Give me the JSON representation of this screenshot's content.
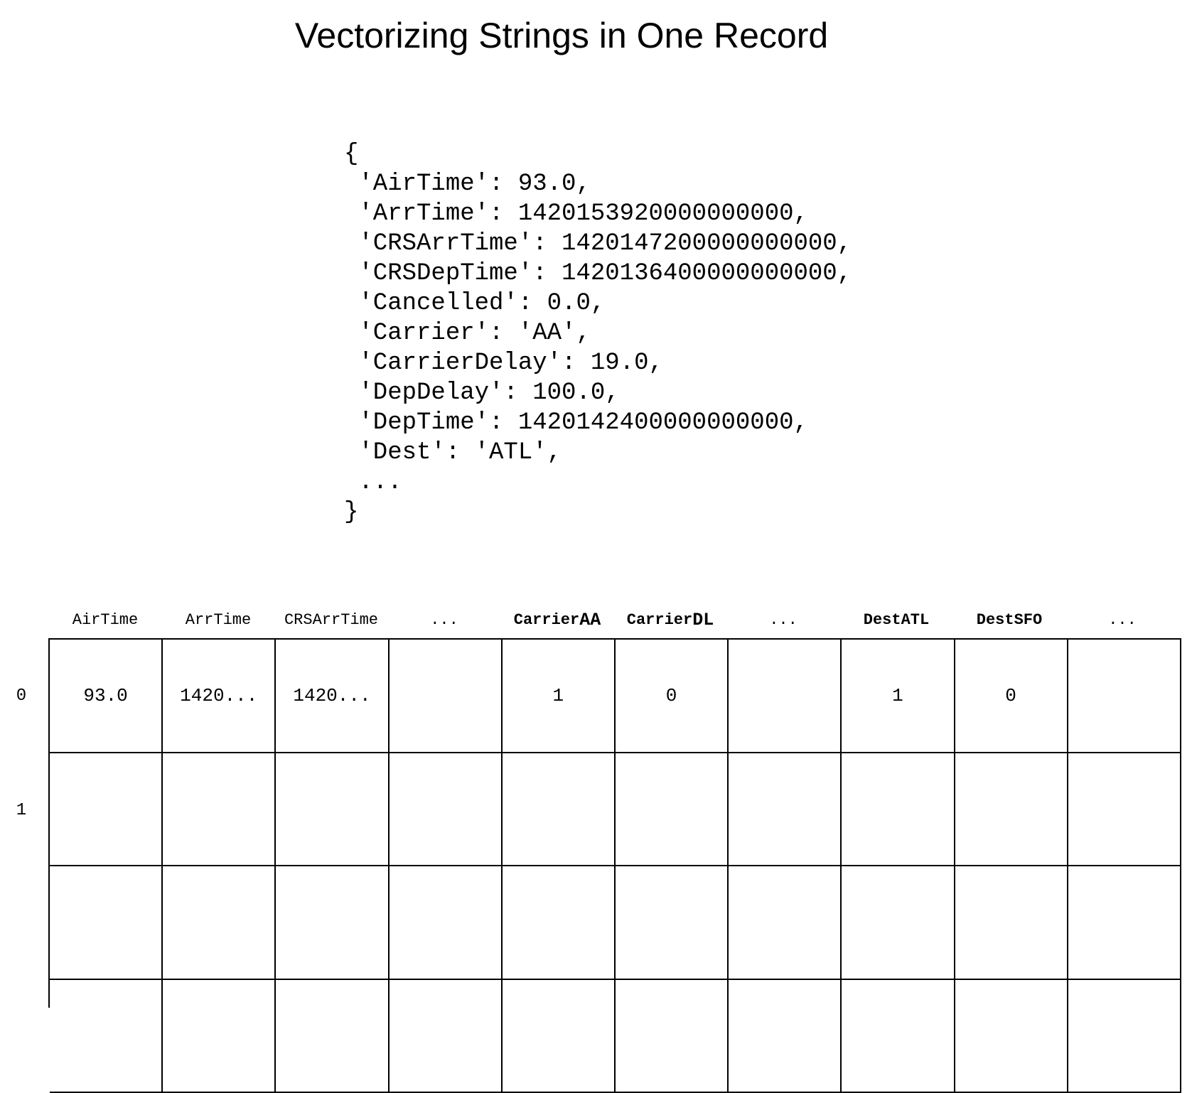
{
  "title": "Vectorizing Strings in One Record",
  "record_lines": [
    "{",
    " 'AirTime': 93.0,",
    " 'ArrTime': 1420153920000000000,",
    " 'CRSArrTime': 1420147200000000000,",
    " 'CRSDepTime': 1420136400000000000,",
    " 'Cancelled': 0.0,",
    " 'Carrier': 'AA',",
    " 'CarrierDelay': 19.0,",
    " 'DepDelay': 100.0,",
    " 'DepTime': 1420142400000000000,",
    " 'Dest': 'ATL',",
    " ...",
    "}"
  ],
  "table": {
    "columns": [
      {
        "prefix": "AirTime",
        "suffix": "",
        "bold": false
      },
      {
        "prefix": "ArrTime",
        "suffix": "",
        "bold": false
      },
      {
        "prefix": "CRSArrTime",
        "suffix": "",
        "bold": false
      },
      {
        "prefix": "...",
        "suffix": "",
        "bold": false
      },
      {
        "prefix": "Carrier ",
        "suffix": "AA",
        "bold": true
      },
      {
        "prefix": "Carrier ",
        "suffix": "DL",
        "bold": true
      },
      {
        "prefix": "...",
        "suffix": "",
        "bold": false
      },
      {
        "prefix": "Dest ",
        "suffix": "ATL",
        "bold": true
      },
      {
        "prefix": "Dest ",
        "suffix": "SFO",
        "bold": true
      },
      {
        "prefix": "...",
        "suffix": "",
        "bold": false
      }
    ],
    "row_labels": [
      "0",
      "1"
    ],
    "rows": [
      [
        "93.0",
        "1420...",
        "1420...",
        "",
        "1",
        "0",
        "",
        "1",
        "0",
        ""
      ],
      [
        "",
        "",
        "",
        "",
        "",
        "",
        "",
        "",
        "",
        ""
      ],
      [
        "",
        "",
        "",
        "",
        "",
        "",
        "",
        "",
        "",
        ""
      ],
      [
        "",
        "",
        "",
        "",
        "",
        "",
        "",
        "",
        "",
        ""
      ]
    ]
  }
}
